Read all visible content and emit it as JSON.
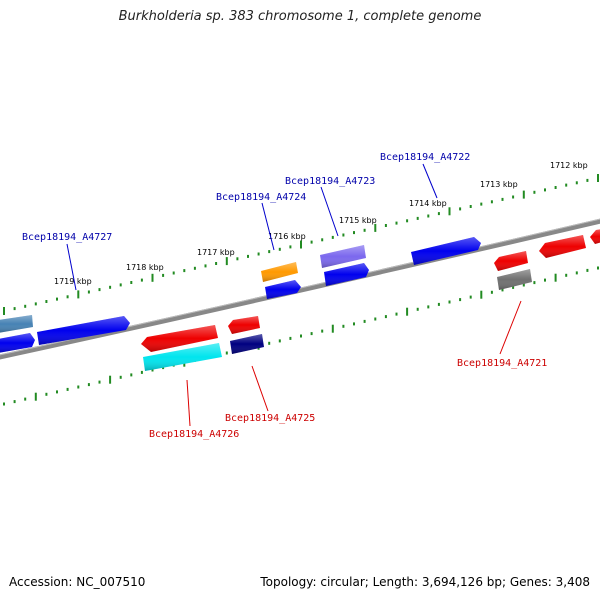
{
  "title": "Burkholderia sp. 383 chromosome 1, complete genome",
  "footer": {
    "accession": "Accession: NC_007510",
    "topology": "Topology: circular; Length: 3,694,126 bp; Genes: 3,408"
  },
  "ruler_labels": [
    "1712 kbp",
    "1713 kbp",
    "1714 kbp",
    "1715 kbp",
    "1716 kbp",
    "1717 kbp",
    "1718 kbp",
    "1719 kbp"
  ],
  "gene_labels": [
    {
      "id": "Bcep18194_A4722",
      "color": "#0000aa",
      "strand": "forward"
    },
    {
      "id": "Bcep18194_A4723",
      "color": "#0000aa",
      "strand": "forward"
    },
    {
      "id": "Bcep18194_A4724",
      "color": "#0000aa",
      "strand": "forward"
    },
    {
      "id": "Bcep18194_A4727",
      "color": "#0000aa",
      "strand": "forward"
    },
    {
      "id": "Bcep18194_A4721",
      "color": "#cc0000",
      "strand": "reverse"
    },
    {
      "id": "Bcep18194_A4725",
      "color": "#cc0000",
      "strand": "reverse"
    },
    {
      "id": "Bcep18194_A4726",
      "color": "#cc0000",
      "strand": "reverse"
    }
  ],
  "colors": {
    "backbone": "#808080",
    "ticks": "#228b22",
    "forward_gene": "#0000ee",
    "reverse_gene": "#ee0000",
    "orange_gene": "#ff9900",
    "slate_gene": "#7b68ee",
    "steel_gene": "#4682b4",
    "cyan_gene": "#00e5ee",
    "navy_gene": "#000080",
    "gray_gene": "#707070",
    "label_line_forward": "#0000cc",
    "label_line_reverse": "#dd0000"
  }
}
